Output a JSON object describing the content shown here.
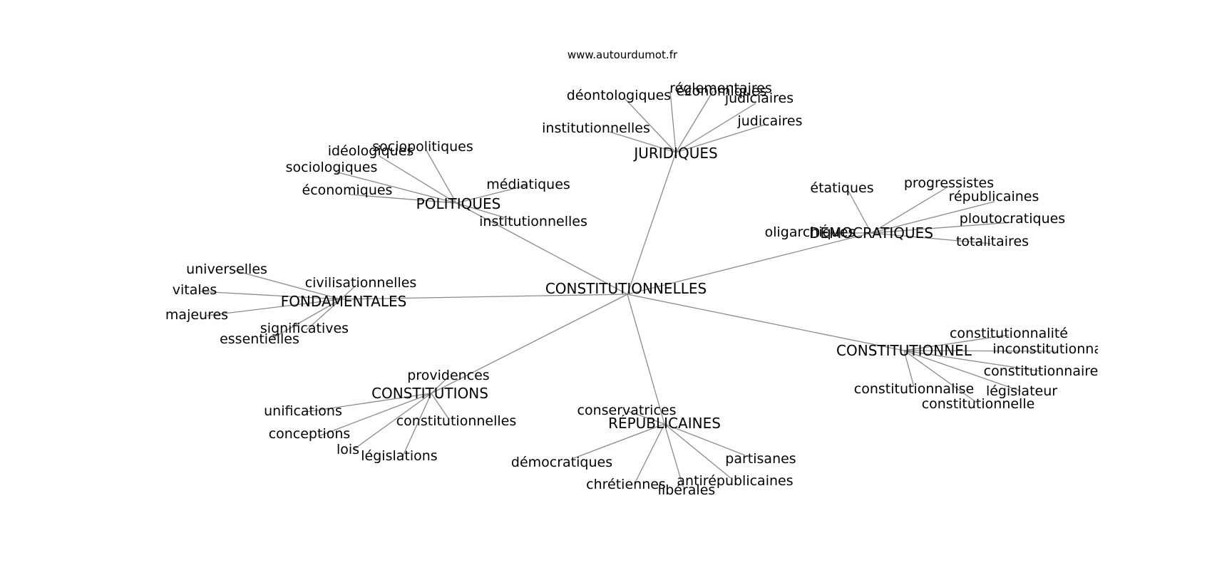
{
  "source": "www.autourdumot.fr",
  "graph": {
    "center": "CONSTITUTIONNELLES",
    "hubs": [
      {
        "name": "JURIDIQUES",
        "leaves": [
          "réglementaires",
          "économiques",
          "déontologiques",
          "judiciaires",
          "judicaires",
          "institutionnelles"
        ]
      },
      {
        "name": "POLITIQUES",
        "leaves": [
          "sociopolitiques",
          "idéologiques",
          "sociologiques",
          "économiques",
          "médiatiques",
          "institutionnelles"
        ]
      },
      {
        "name": "DÉMOCRATIQUES",
        "leaves": [
          "étatiques",
          "progressistes",
          "républicaines",
          "ploutocratiques",
          "oligarchiques",
          "totalitaires"
        ]
      },
      {
        "name": "FONDAMENTALES",
        "leaves": [
          "universelles",
          "civilisationnelles",
          "vitales",
          "majeures",
          "significatives",
          "essentielles"
        ]
      },
      {
        "name": "CONSTITUTIONNEL",
        "leaves": [
          "constitutionnalité",
          "inconstitutionnalité",
          "constitutionnaire",
          "constitutionnalise",
          "législateur",
          "constitutionnelle"
        ]
      },
      {
        "name": "CONSTITUTIONS",
        "leaves": [
          "providences",
          "unifications",
          "constitutionnelles",
          "conceptions",
          "lois",
          "législations"
        ]
      },
      {
        "name": "RÉPUBLICAINES",
        "leaves": [
          "conservatrices",
          "partisanes",
          "démocratiques",
          "antirépublicaines",
          "chrétiennes",
          "libérales"
        ]
      }
    ]
  }
}
